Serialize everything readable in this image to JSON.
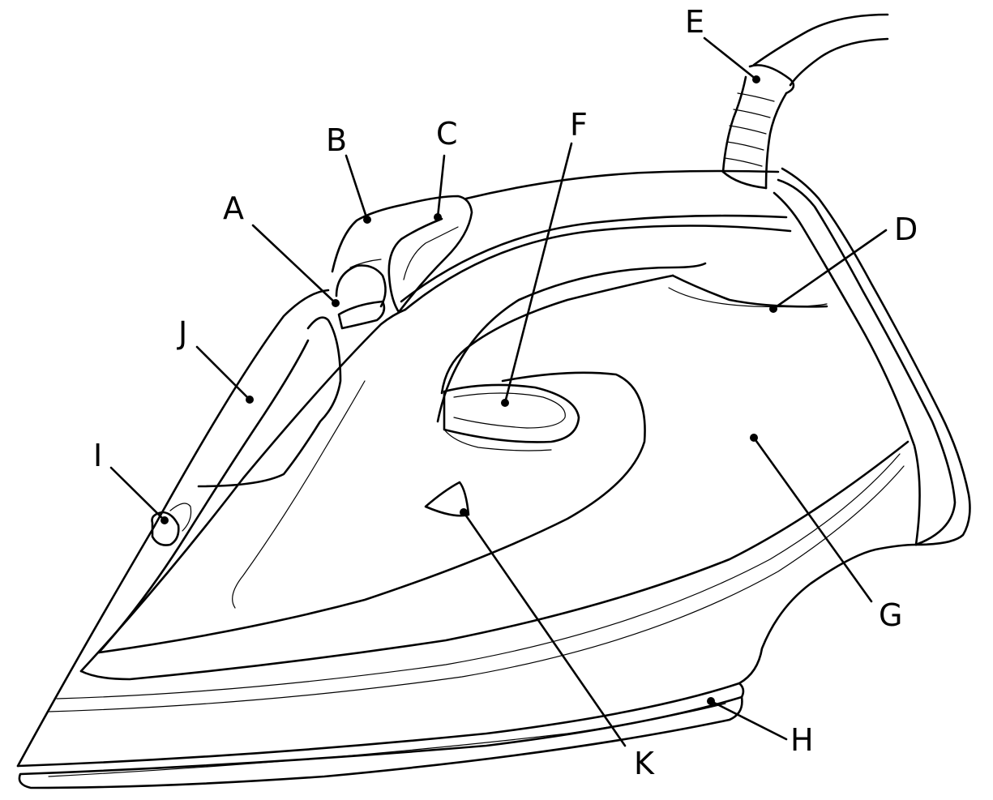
{
  "labels": {
    "A": "A",
    "B": "B",
    "C": "C",
    "D": "D",
    "E": "E",
    "F": "F",
    "G": "G",
    "H": "H",
    "I": "I",
    "J": "J",
    "K": "K"
  }
}
